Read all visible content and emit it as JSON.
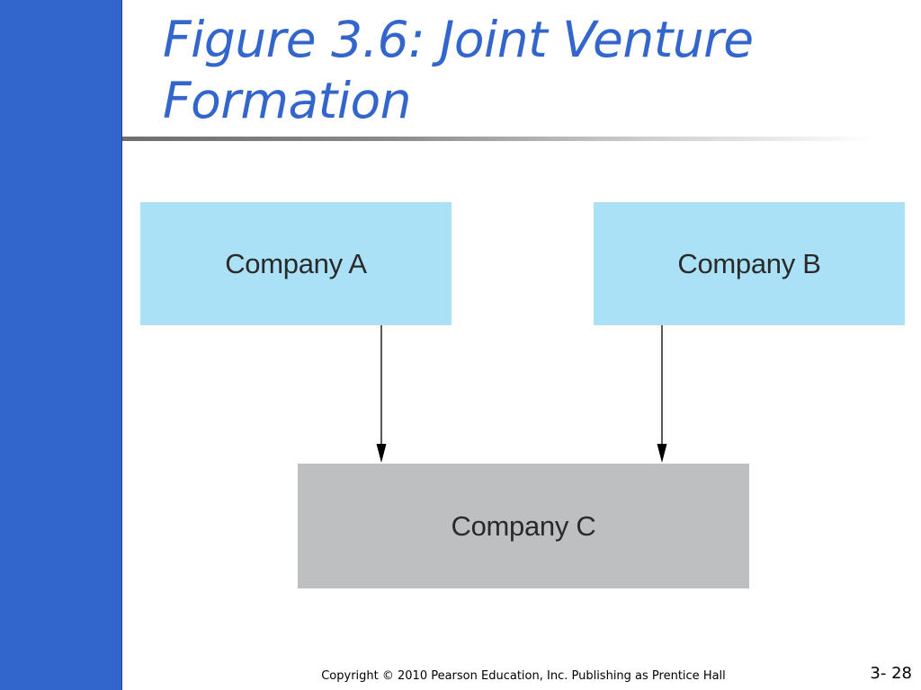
{
  "slide": {
    "title_line1": "Figure 3.6: Joint Venture",
    "title_line2": "Formation"
  },
  "diagram": {
    "company_a": "Company A",
    "company_b": "Company B",
    "company_c": "Company C"
  },
  "footer": {
    "copyright": "Copyright © 2010 Pearson Education, Inc. Publishing as Prentice Hall",
    "slide_number": "3- 28"
  },
  "colors": {
    "accent": "#3366cc",
    "parent_box": "#abe1f7",
    "child_box": "#bebfc1"
  }
}
